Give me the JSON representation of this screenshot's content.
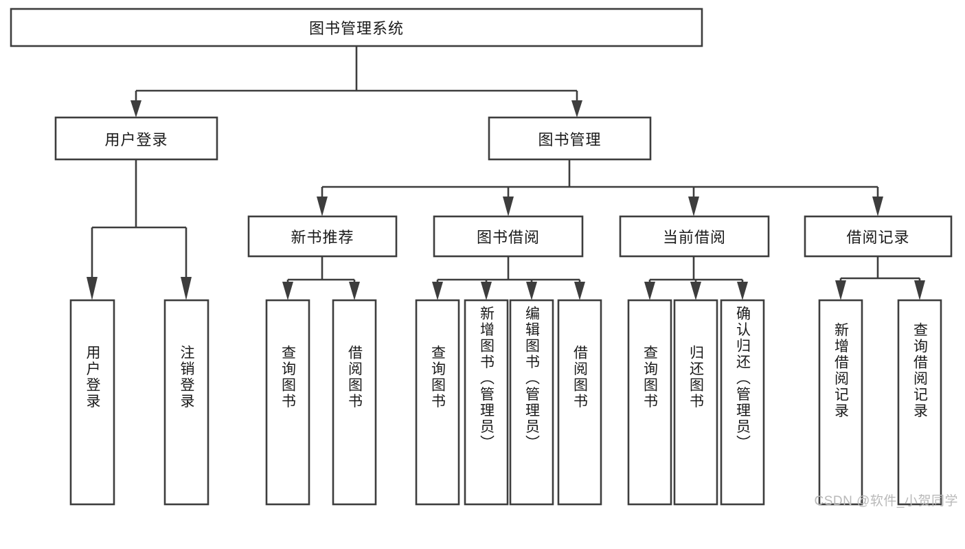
{
  "diagram": {
    "title": "图书管理系统",
    "type": "tree-hierarchy-diagram",
    "colors": {
      "box_stroke": "#3d3d3d",
      "box_fill": "#ffffff",
      "connector": "#3d3d3d",
      "text": "#1a1a1a",
      "watermark": "#b9b9b9",
      "background": "#ffffff"
    },
    "root": {
      "label": "图书管理系统"
    },
    "level2": [
      {
        "label": "用户登录"
      },
      {
        "label": "图书管理"
      }
    ],
    "level3": [
      {
        "label": "新书推荐"
      },
      {
        "label": "图书借阅"
      },
      {
        "label": "当前借阅"
      },
      {
        "label": "借阅记录"
      }
    ],
    "leaves_user_login": [
      {
        "label": "用户登录"
      },
      {
        "label": "注销登录"
      }
    ],
    "leaves_new_book": [
      {
        "label": "查询图书"
      },
      {
        "label": "借阅图书"
      }
    ],
    "leaves_book_borrow": [
      {
        "label": "查询图书"
      },
      {
        "label": "新增图书（管理员）"
      },
      {
        "label": "编辑图书（管理员）"
      },
      {
        "label": "借阅图书"
      }
    ],
    "leaves_current_borrow": [
      {
        "label": "查询图书"
      },
      {
        "label": "归还图书"
      },
      {
        "label": "确认归还（管理员）"
      }
    ],
    "leaves_borrow_record": [
      {
        "label": "新增借阅记录"
      },
      {
        "label": "查询借阅记录"
      }
    ],
    "watermark": "CSDN @软件_小贺同学"
  }
}
